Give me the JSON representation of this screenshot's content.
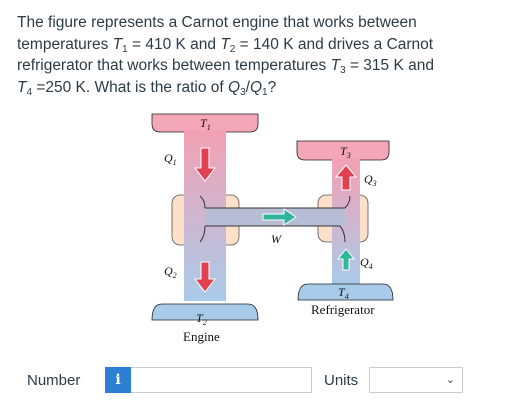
{
  "question": {
    "line1": "The figure represents a Carnot engine that works between",
    "line2_a": "temperatures ",
    "line2_T": "T",
    "line2_s1": "1",
    "line2_b": " = 410 K and ",
    "line2_T2": "T",
    "line2_s2": "2",
    "line2_c": " = 140 K and drives a Carnot",
    "line3_a": "refrigerator that works between temperatures ",
    "line3_T": "T",
    "line3_s3": "3",
    "line3_b": " = 315 K and",
    "line4_T": "T",
    "line4_s4": "4",
    "line4_a": " =250 K. What is the ratio of ",
    "line4_Q": "Q",
    "line4_q3": "3",
    "line4_slash": "/",
    "line4_Q2": "Q",
    "line4_q1": "1",
    "line4_end": "?"
  },
  "figure": {
    "t1": "T",
    "t1_sub": "1",
    "t2": "T",
    "t2_sub": "2",
    "t3": "T",
    "t3_sub": "3",
    "t4": "T",
    "t4_sub": "4",
    "q1": "Q",
    "q1_sub": "1",
    "q2": "Q",
    "q2_sub": "2",
    "q3": "Q",
    "q3_sub": "3",
    "q4": "Q",
    "q4_sub": "4",
    "w": "W",
    "engine_label": "Engine",
    "refrigerator_label": "Refrigerator",
    "colors": {
      "hot_reservoir": "#f4a7b9",
      "cold_reservoir": "#a9cbea",
      "engine_body": "#fde0c9",
      "arrow_red": "#e04050",
      "arrow_green": "#2fb59a"
    }
  },
  "answer": {
    "number_label": "Number",
    "info_icon_glyph": "i",
    "number_value": "",
    "units_label": "Units",
    "units_selected": ""
  }
}
